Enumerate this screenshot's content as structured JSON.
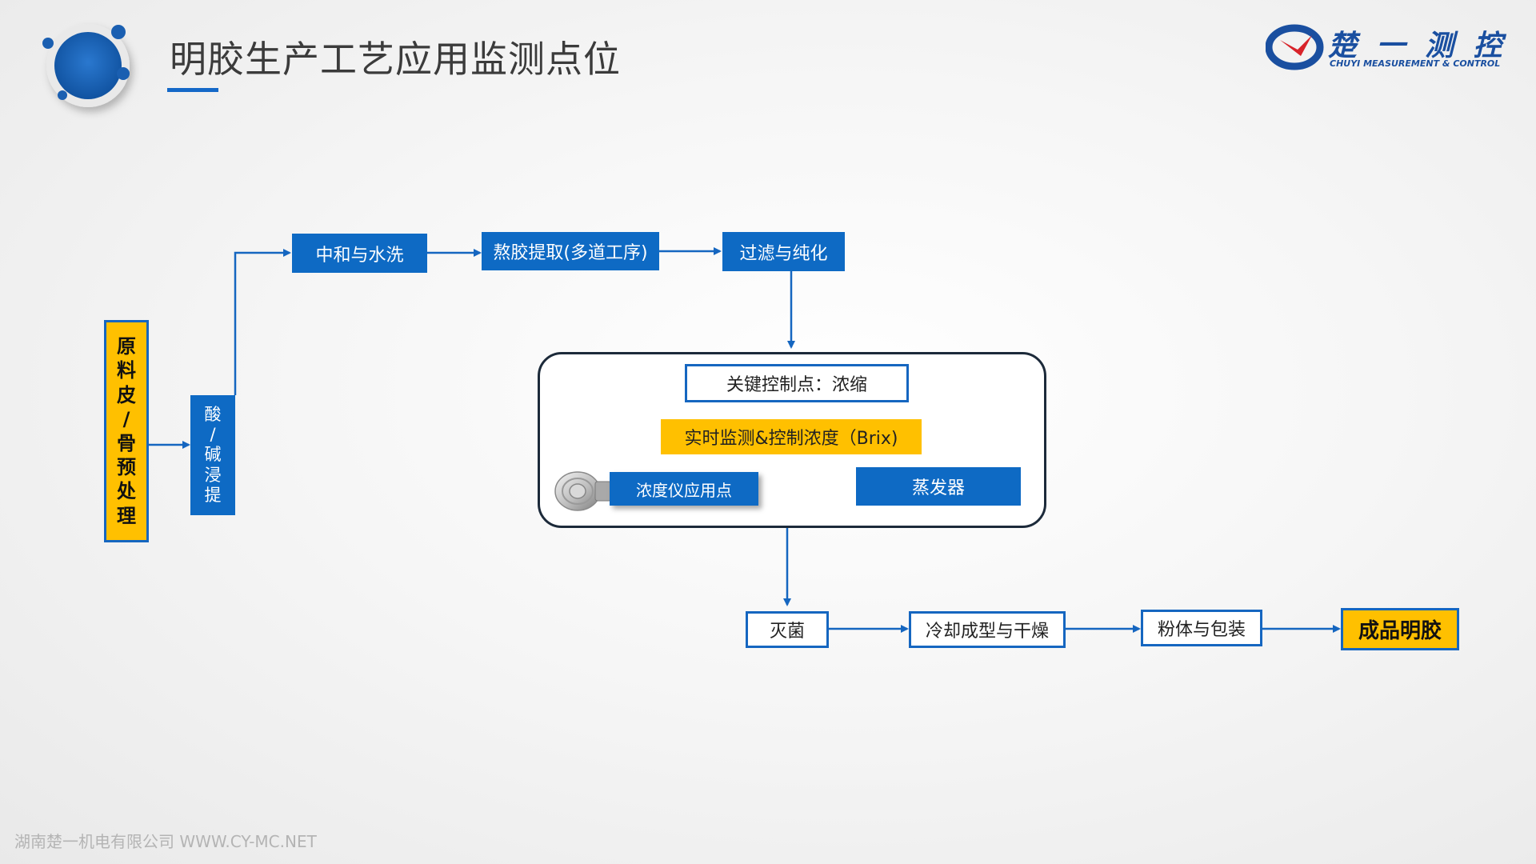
{
  "header": {
    "title": "明胶生产工艺应用监测点位"
  },
  "logo": {
    "name": "楚 一 测 控",
    "tagline": "CHUYI MEASUREMENT & CONTROL"
  },
  "flow": {
    "raw_material": [
      "原",
      "料",
      "皮",
      "/",
      "骨",
      "预",
      "处",
      "理"
    ],
    "acid_alkali": [
      "酸",
      "/",
      "碱",
      "浸",
      "提"
    ],
    "neutralize": "中和与水洗",
    "extract": "熬胶提取(多道工序)",
    "filter": "过滤与纯化",
    "key_point": "关键控制点：浓缩",
    "realtime": "实时监测&控制浓度（Brix)",
    "meter_point": "浓度仪应用点",
    "evaporator": "蒸发器",
    "sterilize": "灭菌",
    "cooling": "冷却成型与干燥",
    "powder": "粉体与包装",
    "product": "成品明胶"
  },
  "colors": {
    "accent_blue": "#0e6ac4",
    "highlight_yellow": "#ffc000",
    "arrow": "#1566c0"
  },
  "footer": {
    "text": "湖南楚一机电有限公司 WWW.CY-MC.NET"
  }
}
